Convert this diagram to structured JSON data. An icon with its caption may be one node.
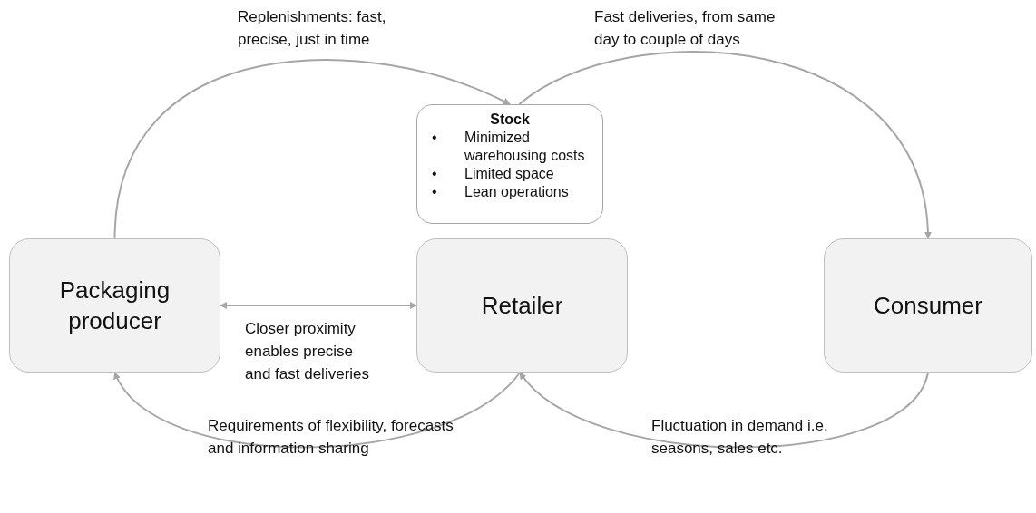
{
  "diagram": {
    "nodes": [
      {
        "text": [
          "Packaging producer"
        ]
      },
      {
        "text": [
          "Stock",
          "Minimized warehousing costs",
          "Limited space",
          "Lean operations"
        ]
      },
      {
        "text": [
          "Retailer"
        ]
      },
      {
        "text": [
          "Consumer"
        ]
      }
    ],
    "edges": [
      {
        "from": 0,
        "to": 1,
        "arrow": "to",
        "label": "Replenishments: fast, precise, just in time"
      },
      {
        "from": 1,
        "to": 3,
        "arrow": "to",
        "label": "Fast deliveries, from same day to couple of days"
      },
      {
        "from": 0,
        "to": 2,
        "arrow": "both",
        "label": "Closer proximity enables precise and fast deliveries"
      },
      {
        "from": 2,
        "to": 0,
        "arrow": "to",
        "label": "Requirements of flexibility, forecasts and information sharing"
      },
      {
        "from": 3,
        "to": 2,
        "arrow": "to",
        "label": "Fluctuation in demand i.e. seasons, sales etc."
      }
    ],
    "labels": [
      "•",
      "•",
      "•"
    ]
  }
}
